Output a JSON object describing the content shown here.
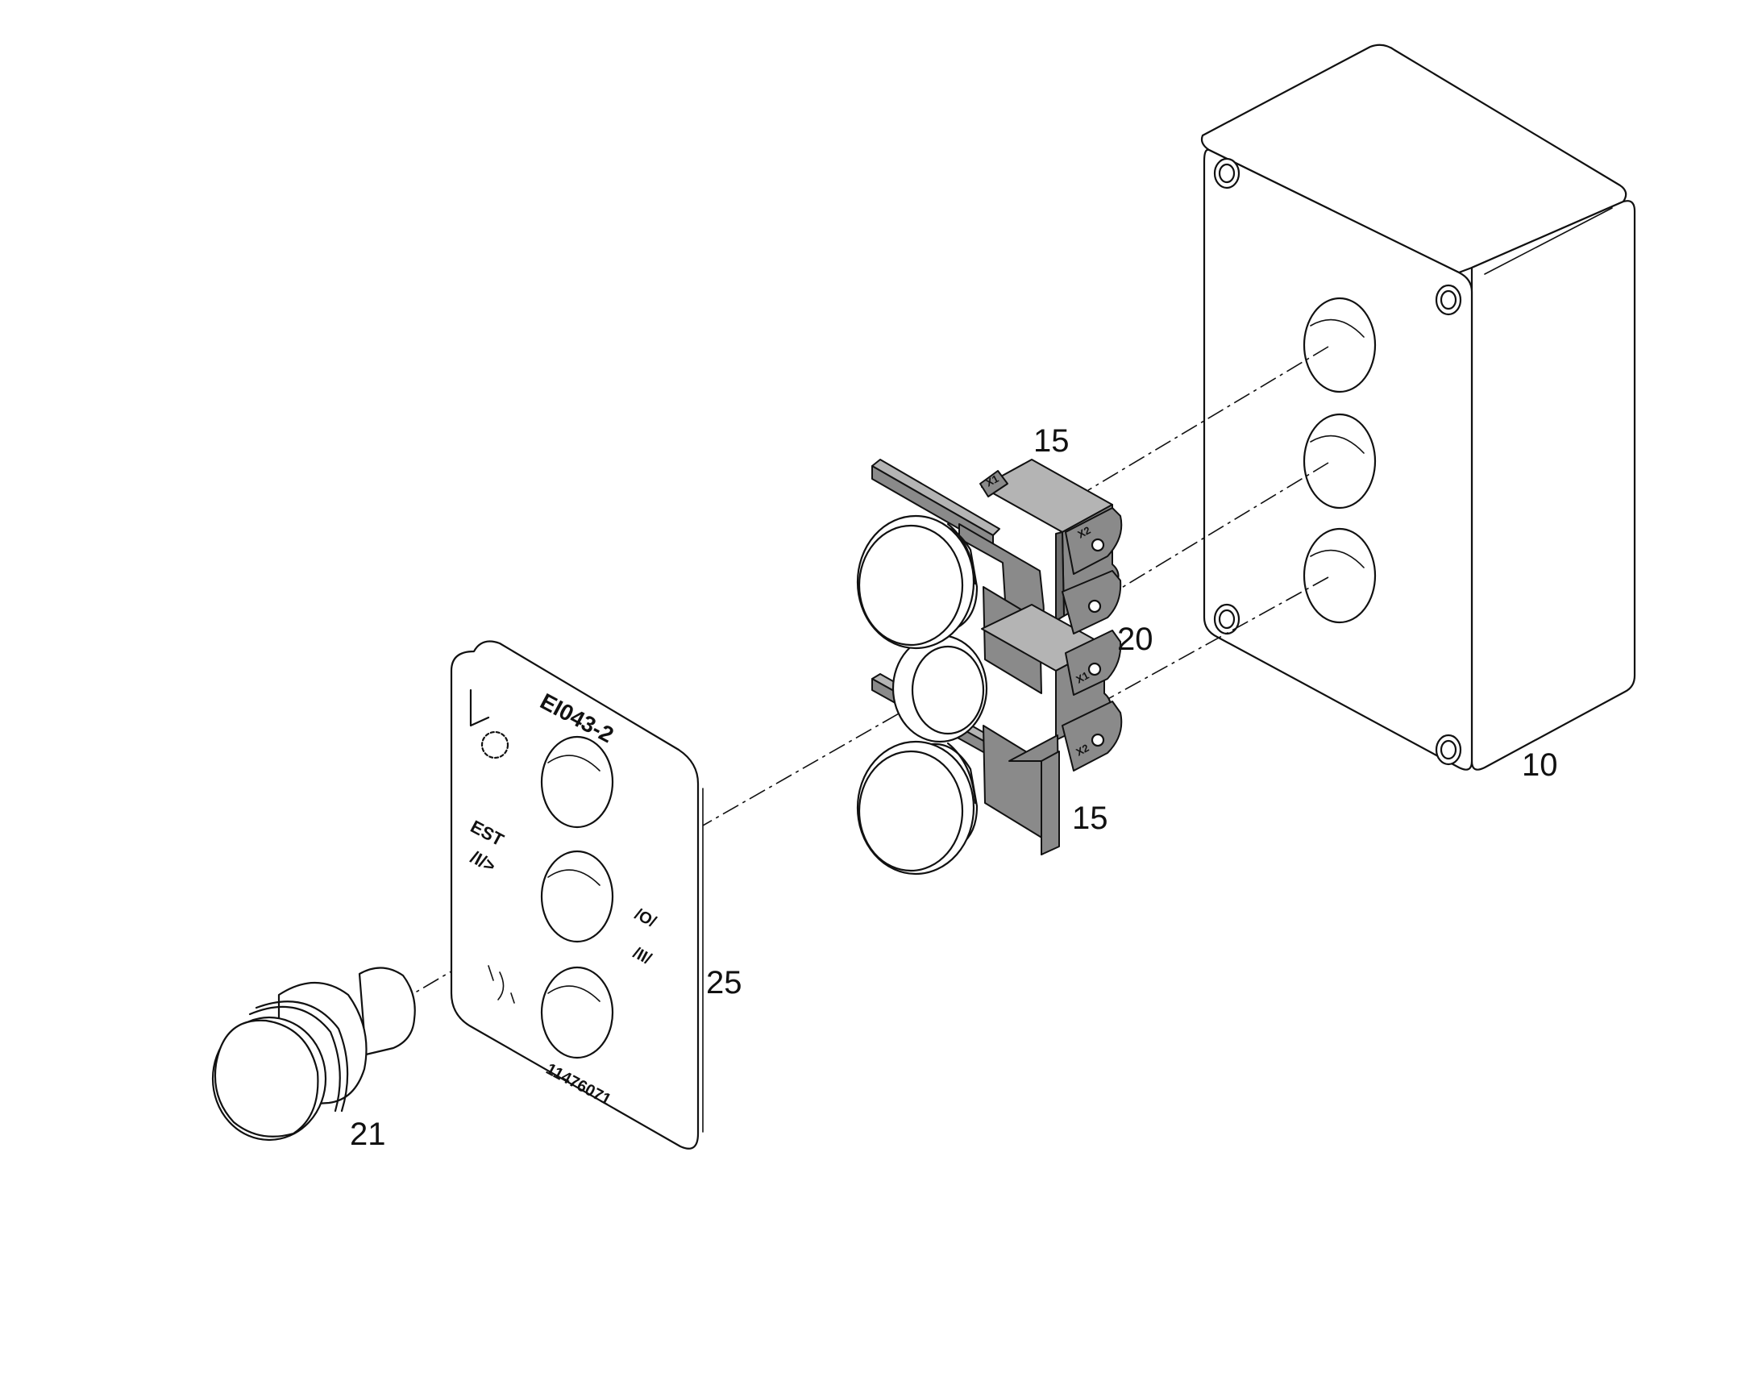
{
  "callouts": {
    "enclosure": "10",
    "pushbutton_top": "15",
    "pushbutton_bottom": "15",
    "middle_unit": "20",
    "pushbutton_loose": "21",
    "legend_plate": "25"
  },
  "legend_plate": {
    "code": "EI043-2",
    "part_number": "11476071",
    "marking_left_middle": "EST",
    "marking_left_middle_2": "/I/>",
    "marking_right_1": "/O/",
    "marking_right_2": "/II/"
  },
  "terminals": {
    "top_x1": "X1",
    "top_x2": "X2",
    "mid_x1": "X1",
    "bottom_x2": "X2"
  }
}
